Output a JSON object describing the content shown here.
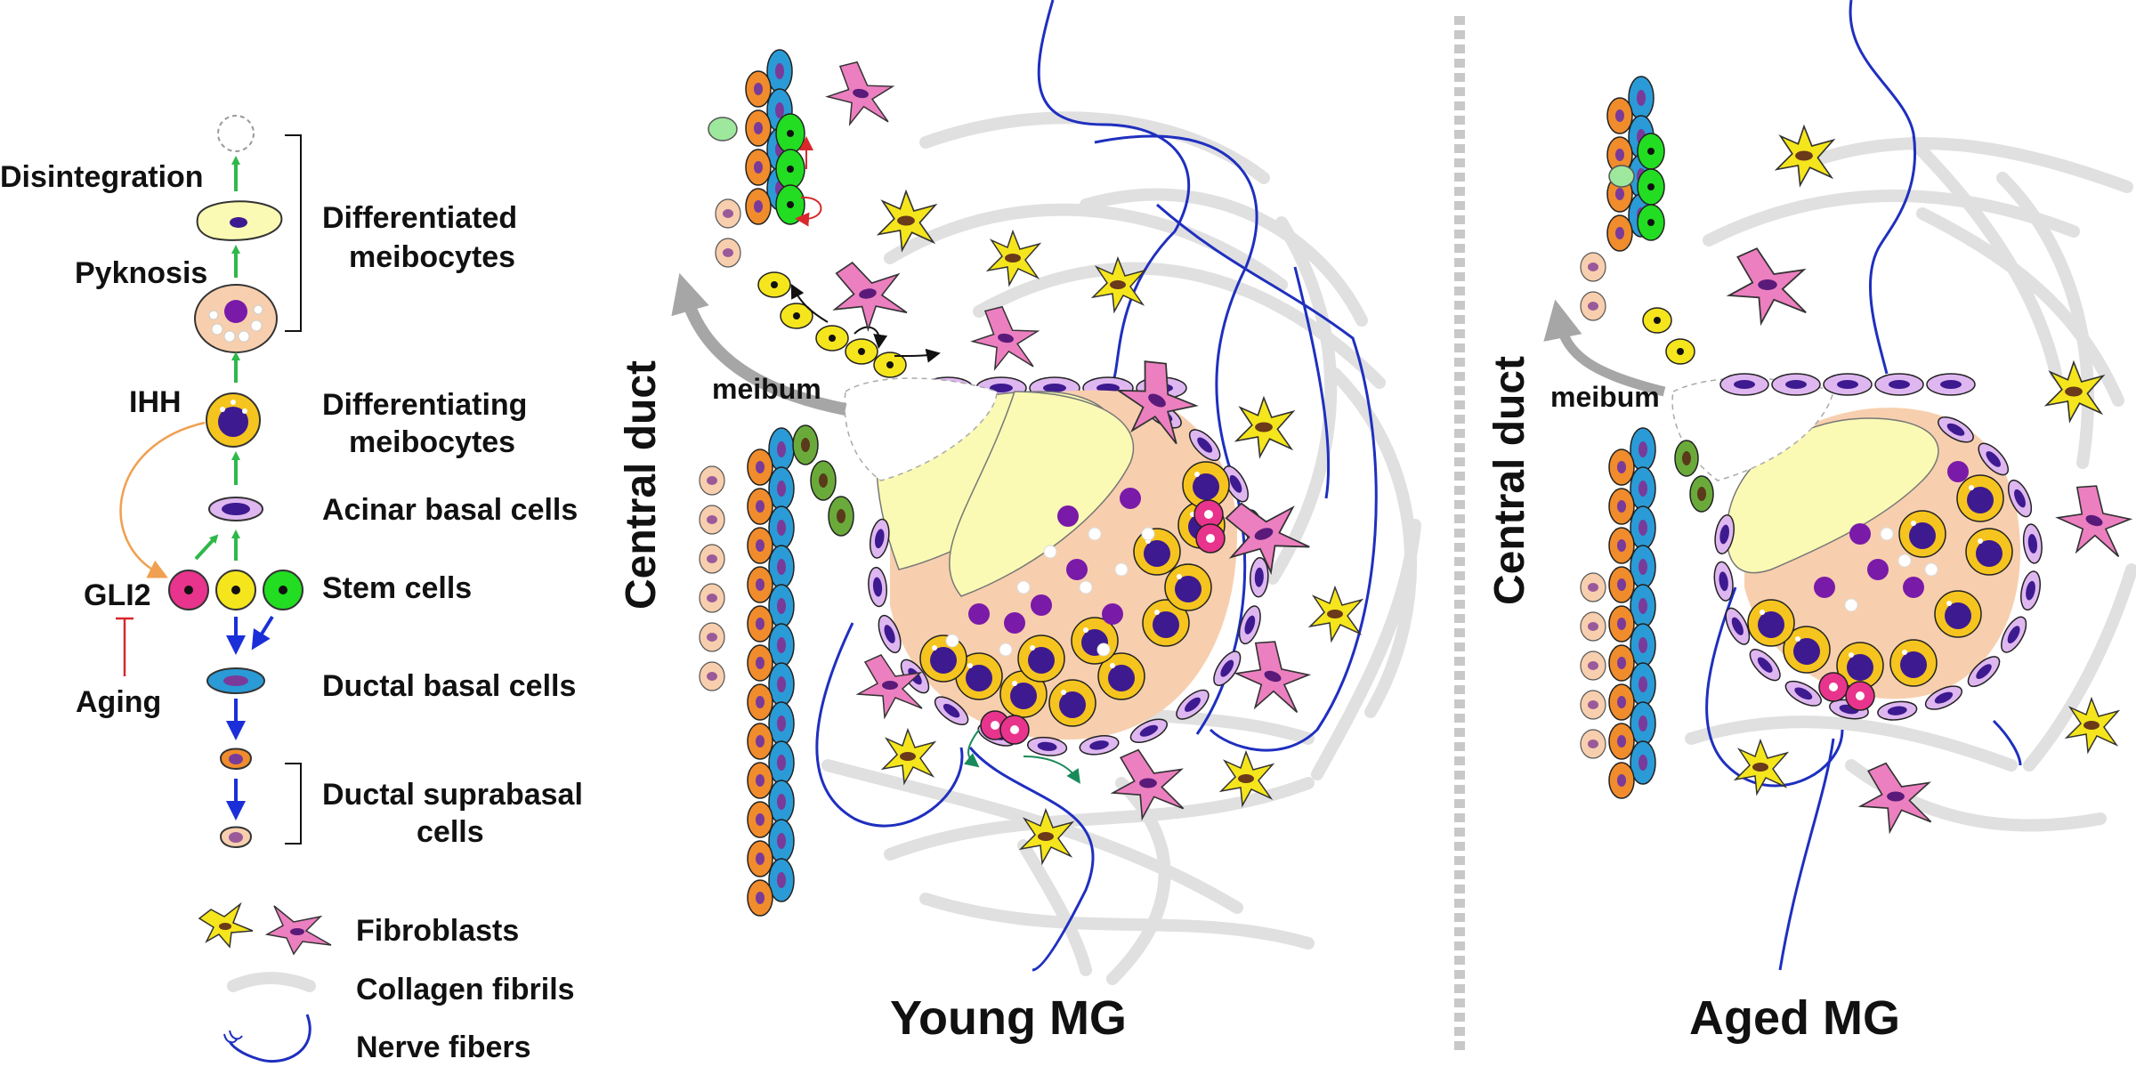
{
  "lineage": {
    "disintegration": "Disintegration",
    "pyknosis": "Pyknosis",
    "differentiated": [
      "Differentiated",
      "meibocytes"
    ],
    "ihh": "IHH",
    "differentiating": [
      "Differentiating",
      "meibocytes"
    ],
    "acinar_basal": "Acinar basal cells",
    "gli2": "GLI2",
    "stem": "Stem cells",
    "aging": "Aging",
    "ductal_basal": "Ductal basal cells",
    "ductal_suprabasal": [
      "Ductal suprabasal",
      "cells"
    ]
  },
  "legend": {
    "fibroblasts": "Fibroblasts",
    "collagen": "Collagen fibrils",
    "nerves": "Nerve fibers"
  },
  "panels": {
    "young": {
      "title": "Young MG",
      "duct": "Central duct",
      "meibum": "meibum"
    },
    "aged": {
      "title": "Aged MG",
      "duct": "Central duct",
      "meibum": "meibum"
    }
  },
  "colors": {
    "yellow_fibroblast": "#f5e51c",
    "pink_fibroblast": "#ec7fc0",
    "collagen": "#e0e0e0",
    "nerve": "#1f2fbf",
    "nucleus": "#3d1a8f",
    "meibocyte_yellow": "#fafab4",
    "meibocyte_peach": "#f7cfae",
    "stem_magenta": "#e8348c",
    "stem_green": "#22dd22",
    "ductal_blue": "#2a9bd6",
    "ductal_orange": "#f08c2c",
    "arrow_green": "#2eb84a",
    "arrow_blue": "#1b2fd8",
    "arrow_red": "#d8282c",
    "arrow_orange": "#f0a050"
  }
}
